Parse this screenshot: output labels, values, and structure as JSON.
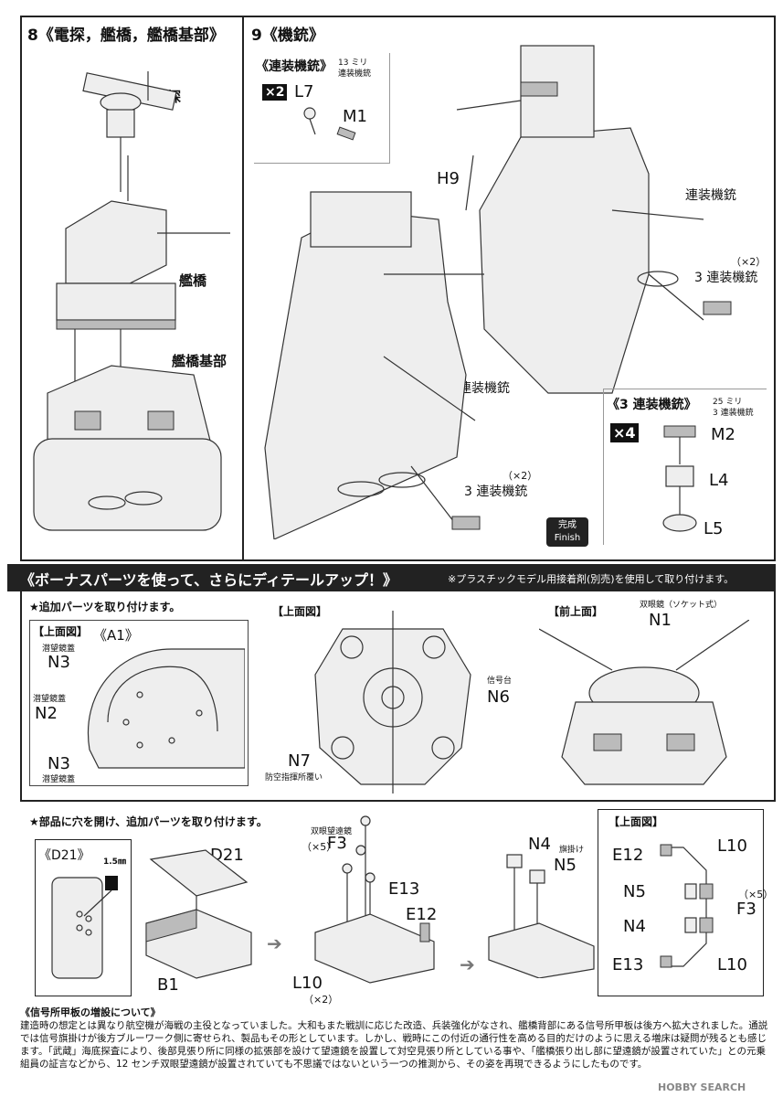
{
  "step8": {
    "title": "8《電探，艦橋，艦橋基部》",
    "label_radar": "電探",
    "label_bridge": "艦橋",
    "label_base": "艦橋基部"
  },
  "step9": {
    "title": "9《機銃》",
    "twin_mg_box": {
      "title": "《連装機銃》",
      "sub1": "13 ミリ",
      "sub2": "連装機銃",
      "qty": "×2",
      "part_a": "L7",
      "part_b": "M1"
    },
    "h9": "H9",
    "twin_mg": "連装機銃",
    "triple_mg": "3 連装機銃",
    "x2": "（×2）",
    "triple_box": {
      "title": "《3 連装機銃》",
      "sub1": "25 ミリ",
      "sub2": "3 連装機銃",
      "qty": "×4",
      "part_a": "M2",
      "part_b": "L4",
      "part_c": "L5"
    },
    "finish_jp": "完成",
    "finish_en": "Finish"
  },
  "banner": {
    "title": "《ボーナスパーツを使って、さらにディテールアップ！》",
    "note": "※プラスチックモデル用接着剤(別売)を使用して取り付けます。"
  },
  "bonus1": {
    "heading": "★追加パーツを取り付けます。",
    "top_view": "【上面図】",
    "a1": "《A1》",
    "periscope_cover": "潜望鏡蓋",
    "n3": "N3",
    "n2": "N2",
    "top_view2": "【上面図】",
    "signal_platform": "信号台",
    "n6": "N6",
    "n7": "N7",
    "aa_cover": "防空指揮所覆い",
    "front_top": "【前上面】",
    "binocular": "双眼鏡（ソケット式）",
    "n1": "N1"
  },
  "bonus2": {
    "heading": "★部品に穴を開け、追加パーツを取り付けます。",
    "d21_label": "《D21》",
    "hole": "1.5㎜",
    "d21": "D21",
    "b1": "B1",
    "binocular_scope": "双眼望遠鏡",
    "x5": "（×5）",
    "f3": "F3",
    "e13": "E13",
    "e12": "E12",
    "l10": "L10",
    "x2": "（×2）",
    "n4": "N4",
    "flag": "旗掛け",
    "n5": "N5",
    "top_view": "【上面図】"
  },
  "note": {
    "heading": "《信号所甲板の増設について》",
    "body": "建造時の想定とは異なり航空機が海戦の主役となっていました。大和もまた戦訓に応じた改造、兵装強化がなされ、艦橋背部にある信号所甲板は後方へ拡大されました。通説では信号旗掛けが後方ブルーワーク側に寄せられ、製品もその形としています。しかし、戦時にこの付近の通行性を高める目的だけのように思える増床は疑問が残るとも感じます。「武蔵」海底探査により、後部見張り所に同様の拡張部を設けて望遠鏡を設置して対空見張り所としている事や、「艦橋張り出し部に望遠鏡が設置されていた」との元乗組員の証言などから、12 センチ双眼望遠鏡が設置されていても不思議ではないという一つの推測から、その姿を再現できるようにしたものです。"
  },
  "watermark": "HOBBY SEARCH"
}
